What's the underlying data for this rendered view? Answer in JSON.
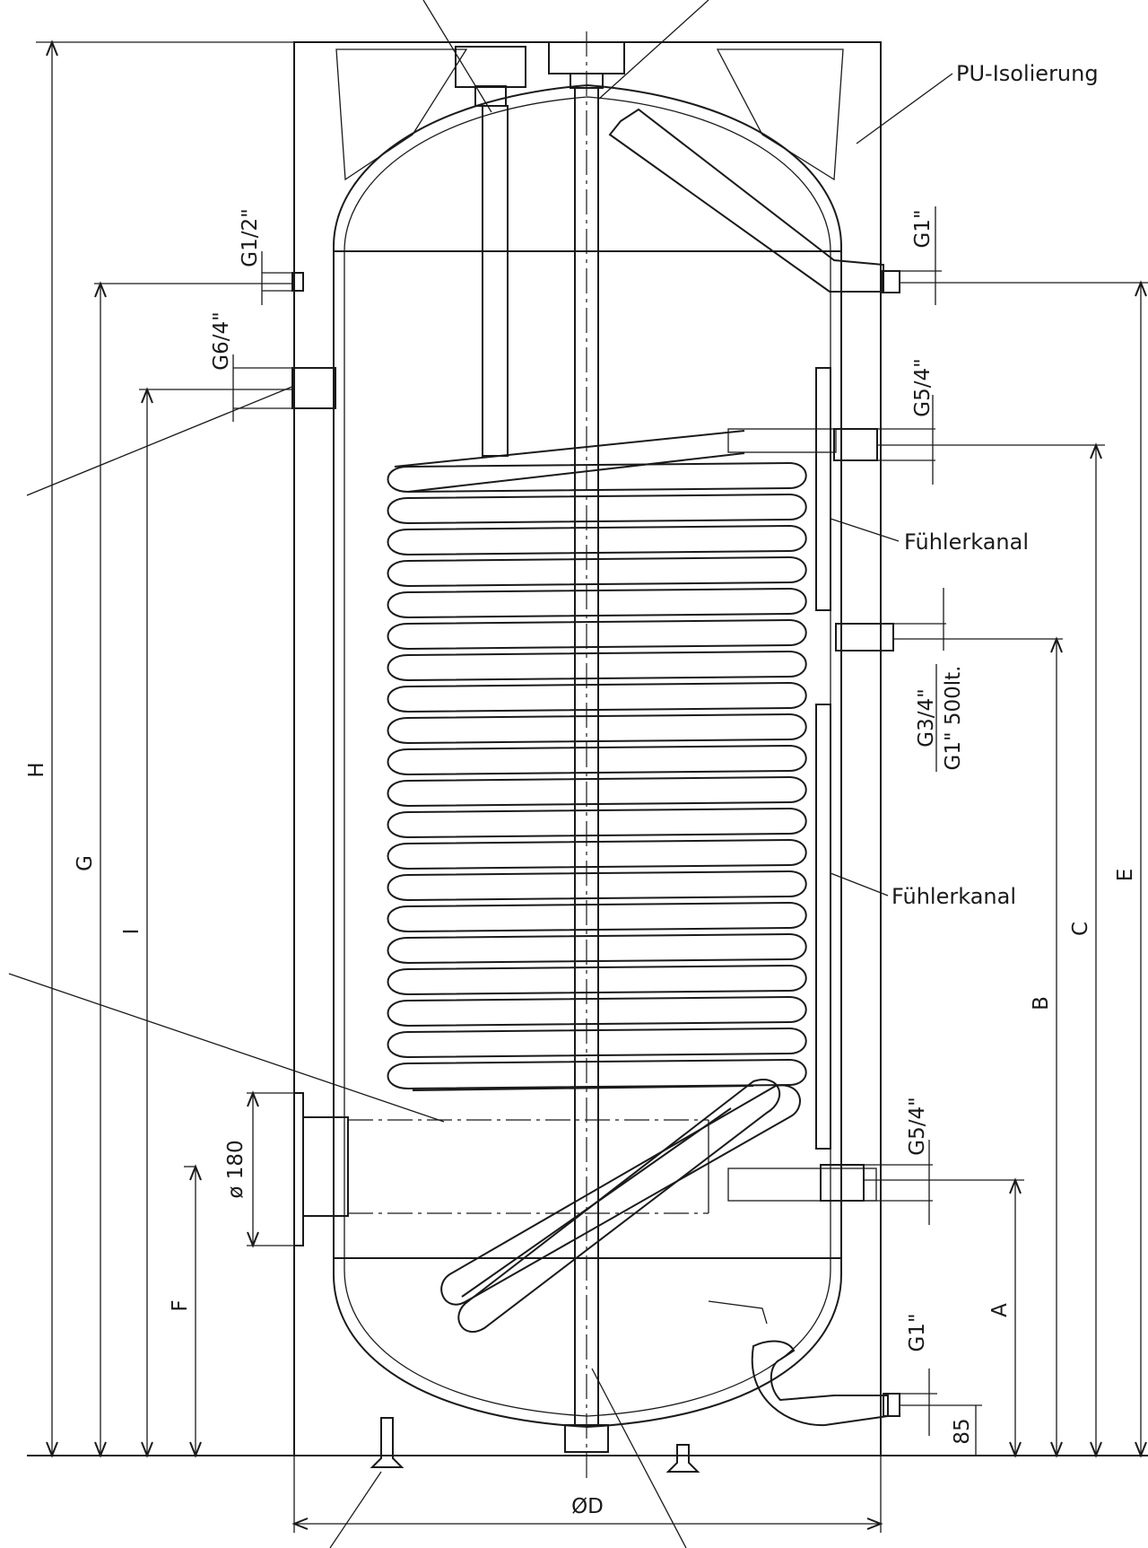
{
  "labels": {
    "insulation": "PU-Isolierung",
    "sensor_top": "Fühlerkanal",
    "sensor_bottom": "Fühlerkanal"
  },
  "dimensions": {
    "H": "H",
    "G": "G",
    "I": "I",
    "F": "F",
    "A": "A",
    "B": "B",
    "C": "C",
    "E": "E",
    "D": "ØD",
    "bottom_gap": "85",
    "flange": "ø 180"
  },
  "threads": {
    "g12": "G1/2\"",
    "g64": "G6/4\"",
    "g1_top": "G1\"",
    "g54_top": "G5/4\"",
    "g34": "G3/4\"",
    "g1_500": "G1\" 500lt.",
    "g54_bottom": "G5/4\"",
    "g1_bottom": "G1\""
  },
  "colors": {
    "stroke": "#1a1a1a",
    "background": "#ffffff"
  }
}
